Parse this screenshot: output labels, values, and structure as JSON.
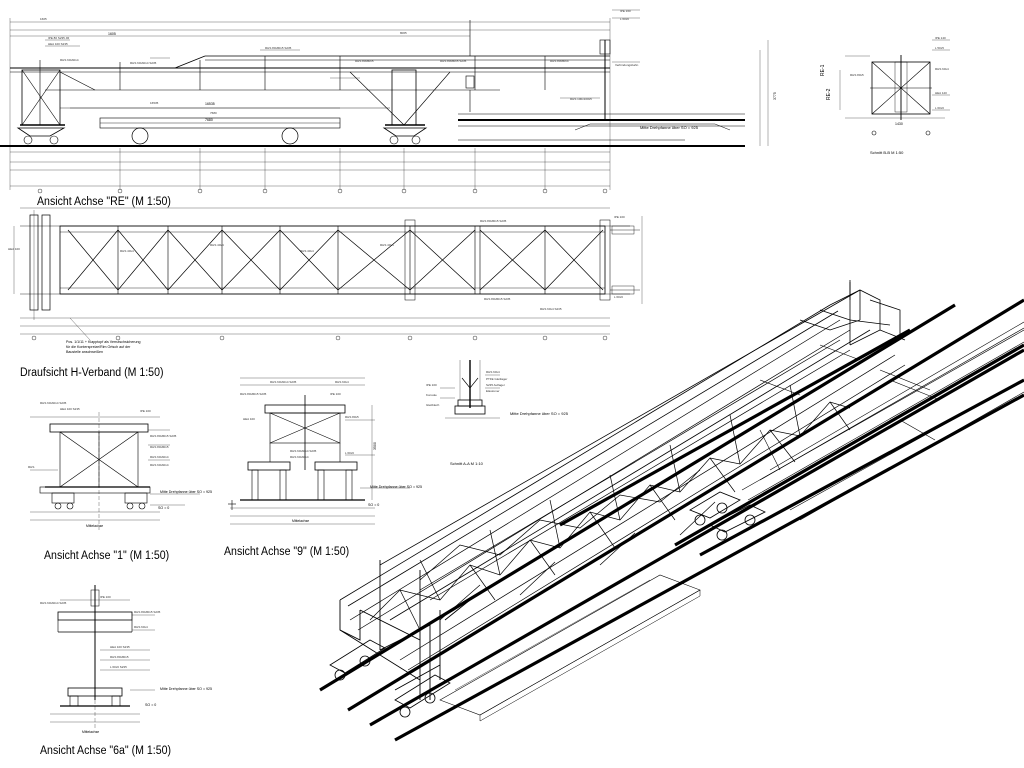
{
  "drawing": {
    "views": [
      {
        "id": "re",
        "title": "Ansicht Achse \"RE\" (M 1:50)"
      },
      {
        "id": "h",
        "title": "Draufsicht H-Verband (M 1:50)"
      },
      {
        "id": "a1",
        "title": "Ansicht Achse \"1\" (M 1:50)"
      },
      {
        "id": "a9",
        "title": "Ansicht Achse \"9\" (M 1:50)"
      },
      {
        "id": "a6a",
        "title": "Ansicht Achse \"6a\" (M 1:50)"
      }
    ],
    "section_bb": "Schnitt B-B  M 1:50",
    "section_aa": "Schnitt A-A  M 1:10",
    "axis_labels": {
      "re1": "RE-1",
      "re2": "RE-2"
    },
    "note_h_verband": [
      "Pos. 1/1/11 + Klapptopf als Verrutschsicherung",
      "für die Konterspreize/Rim Ortsch auf der",
      "Baustelle anschweißen"
    ],
    "notes": {
      "mitte_drehpfanne_re": "Mitte Drehpfanne über SO = 925",
      "mitte_drehpfanne_aa": "Mitte Drehpfanne über SO = 925",
      "mitte_drehpfanne_1": "Mitte Drehpfanne über SO = 925",
      "mitte_drehpfanne_9": "Mitte Drehpfanne über SO = 925",
      "mitte_drehpfanne_6a": "Mitte Drehpfanne über SO = 925",
      "so_1": "SO = 0",
      "so_9": "SO = 0",
      "so_6a": "SO = 0",
      "mittelachse_1": "Mittelachse",
      "mittelachse_9": "Mittelachse",
      "mittelachse_6a": "Mittelachse"
    },
    "dims": {
      "re_top": "1605",
      "re_mid": "16535",
      "re_low": "7680",
      "re_right": "3775",
      "bb_bottom": "1430",
      "a9_height": "3500"
    }
  }
}
